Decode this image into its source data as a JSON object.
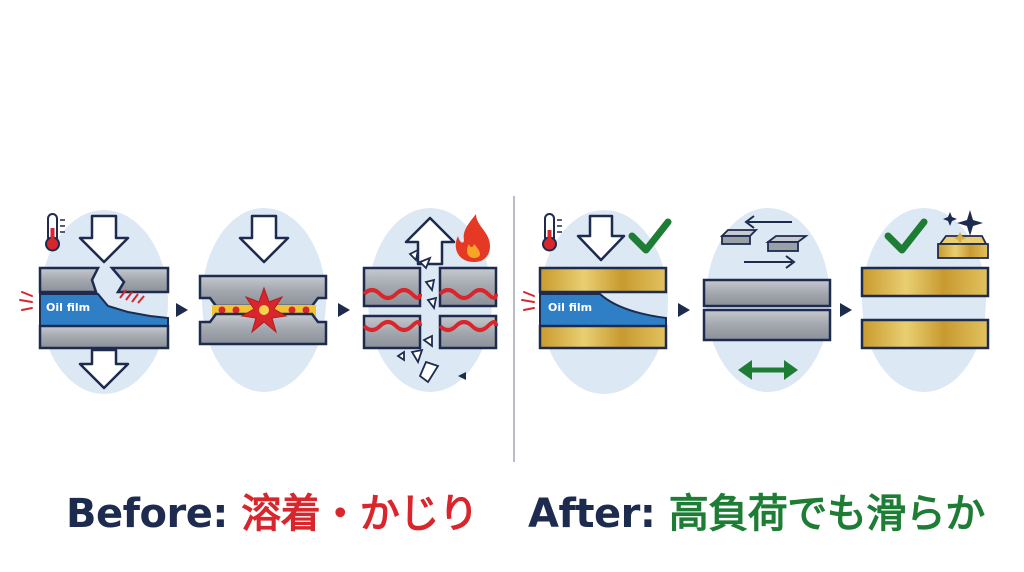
{
  "panels": {
    "before_1": {
      "film_label": "Oil film"
    },
    "after_1": {
      "film_label": "Oil film"
    }
  },
  "captions": {
    "before_label": "Before:",
    "before_text": "溶着・かじり",
    "after_label": "After:",
    "after_text": "高負荷でも滑らか"
  },
  "colors": {
    "navy": "#1d2b4f",
    "red": "#d9262c",
    "green": "#1e7d35",
    "steel": "#a9adb4",
    "gold": "#d4ad45",
    "oil": "#2f7fc6",
    "halo": "#dce8f4"
  }
}
